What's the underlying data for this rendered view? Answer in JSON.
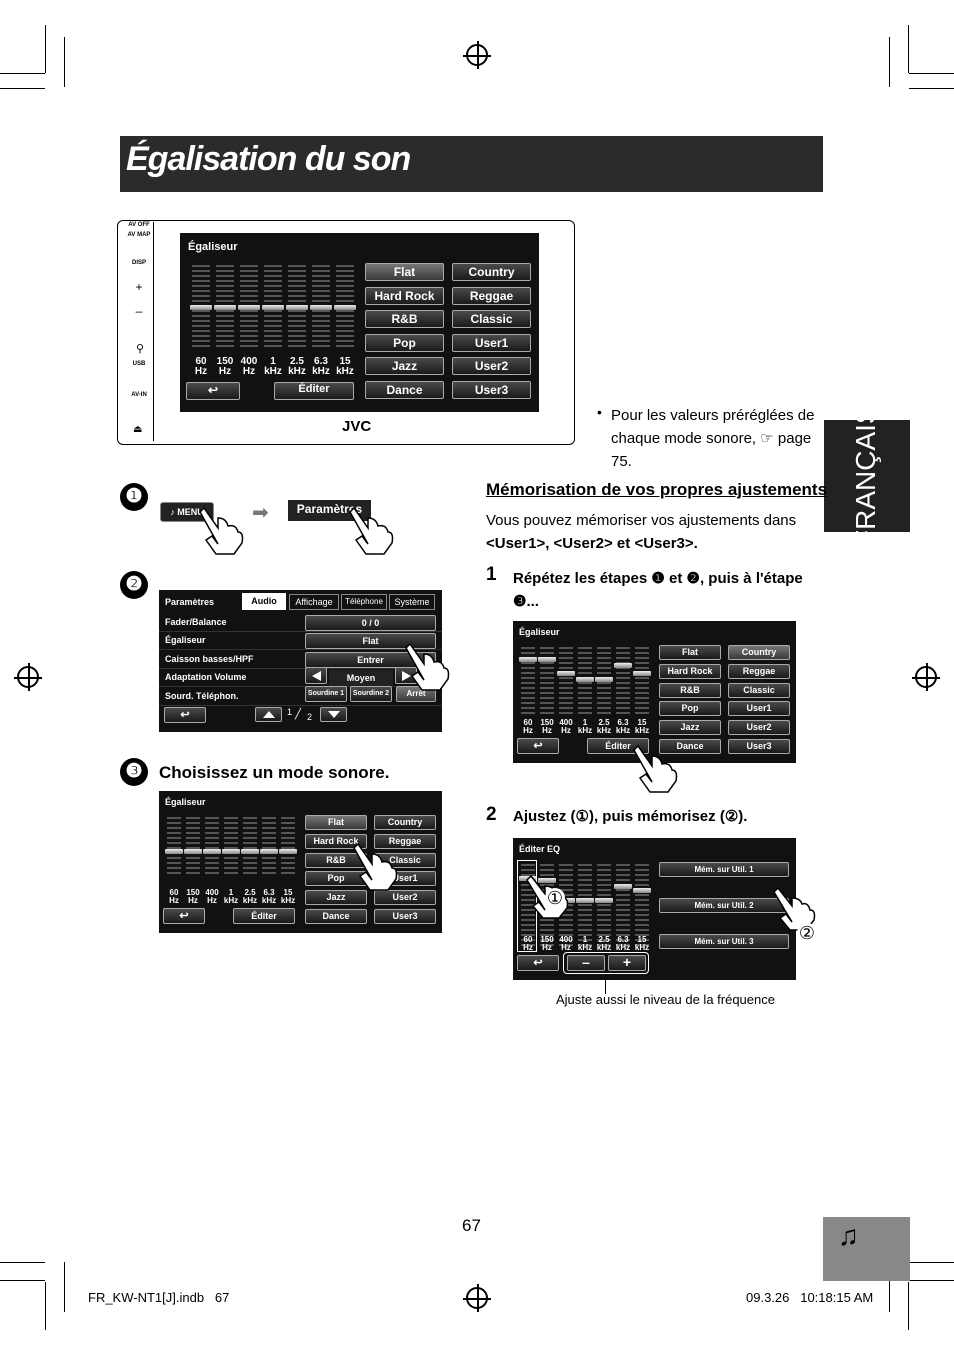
{
  "page": {
    "title": "Égalisation du son",
    "language_tab": "FRANÇAIS",
    "page_number": "67",
    "footer_left": "FR_KW-NT1[J].indb   67",
    "footer_right": "09.3.26   10:18:15 AM",
    "music_icon": "music-notes-icon"
  },
  "device": {
    "side_labels": [
      "AV OFF",
      "AV MAP",
      "DISP",
      "+",
      "–",
      "USB",
      "AV-IN"
    ],
    "brand": "JVC",
    "eq_title": "Égaliseur",
    "freqs": [
      [
        "60",
        "Hz"
      ],
      [
        "150",
        "Hz"
      ],
      [
        "400",
        "Hz"
      ],
      [
        "1",
        "kHz"
      ],
      [
        "2.5",
        "kHz"
      ],
      [
        "6.3",
        "kHz"
      ],
      [
        "15",
        "kHz"
      ]
    ],
    "presets": [
      "Flat",
      "Country",
      "Hard Rock",
      "Reggae",
      "R&B",
      "Classic",
      "Pop",
      "User1",
      "Jazz",
      "User2",
      "Dance",
      "User3"
    ],
    "edit_label": "Éditer"
  },
  "note": {
    "text": "Pour les valeurs préréglées de chaque mode sonore, ☞ page 75."
  },
  "steps": {
    "s1": {
      "num": "❶",
      "menu_label": "MENU",
      "params_label": "Paramètres"
    },
    "s2": {
      "num": "❷",
      "tabs": [
        "Paramètres",
        "Audio",
        "Affichage",
        "Téléphone",
        "Système"
      ],
      "rows": [
        {
          "label": "Fader/Balance",
          "value": "0 / 0"
        },
        {
          "label": "Égaliseur",
          "value": "Flat"
        },
        {
          "label": "Caisson basses/HPF",
          "value": "Entrer"
        },
        {
          "label": "Adaptation Volume",
          "value": "Moyen"
        },
        {
          "label": "Sourd. Téléphon.",
          "value": ""
        }
      ],
      "phone_opts": [
        "Sourdine 1",
        "Sourdine 2",
        "Arrêt"
      ],
      "page_current": "1",
      "page_total": "2"
    },
    "s3": {
      "num": "❸",
      "heading": "Choisissez un mode sonore."
    }
  },
  "memo": {
    "heading": "Mémorisation de vos propres ajustements",
    "intro_a": "Vous pouvez mémoriser vos ajustements dans",
    "intro_b": "<User1>, <User2> et <User3>.",
    "step1_num": "1",
    "step1_text": "Répétez les étapes ❶ et ❷, puis à l'étape ❸...",
    "step2_num": "2",
    "step2_text": "Ajustez (①), puis mémorisez (②).",
    "edit_eq_title": "Éditer EQ",
    "mem_buttons": [
      "Mém. sur Util. 1",
      "Mém. sur Util. 2",
      "Mém. sur Util. 3"
    ],
    "minus": "–",
    "plus": "+",
    "callout1": "①",
    "callout2": "②",
    "caption": "Ajuste aussi le niveau de la fréquence"
  }
}
